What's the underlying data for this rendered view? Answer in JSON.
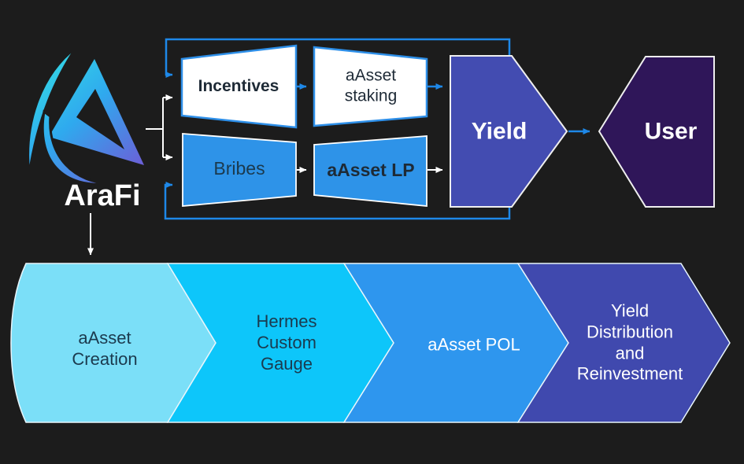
{
  "brand": {
    "name": "AraFi"
  },
  "top_flow": {
    "incentives_label": "Incentives",
    "staking_label": "aAsset\nstaking",
    "bribes_label": "Bribes",
    "lp_label": "aAsset LP",
    "yield_label": "Yield",
    "user_label": "User"
  },
  "bottom_flow": {
    "steps": [
      {
        "label": "aAsset\nCreation"
      },
      {
        "label": "Hermes\nCustom\nGauge"
      },
      {
        "label": "aAsset POL"
      },
      {
        "label": "Yield\nDistribution\nand\nReinvestment"
      }
    ]
  },
  "colors": {
    "background": "#1C1C1C",
    "node_white": "#FFFFFF",
    "node_blue": "#2E93E8",
    "node_indigo": "#434CB1",
    "node_purple": "#2F1659",
    "line_blue": "#1E88E8",
    "line_white": "#FFFFFF",
    "step_1": "#7BDFF8",
    "step_2": "#0DC6FA",
    "step_3": "#2E96EE",
    "step_4": "#4049AE",
    "logo_gradient_start": "#35E5E4",
    "logo_gradient_mid": "#2FA9EE",
    "logo_gradient_end": "#6F5BD6"
  }
}
